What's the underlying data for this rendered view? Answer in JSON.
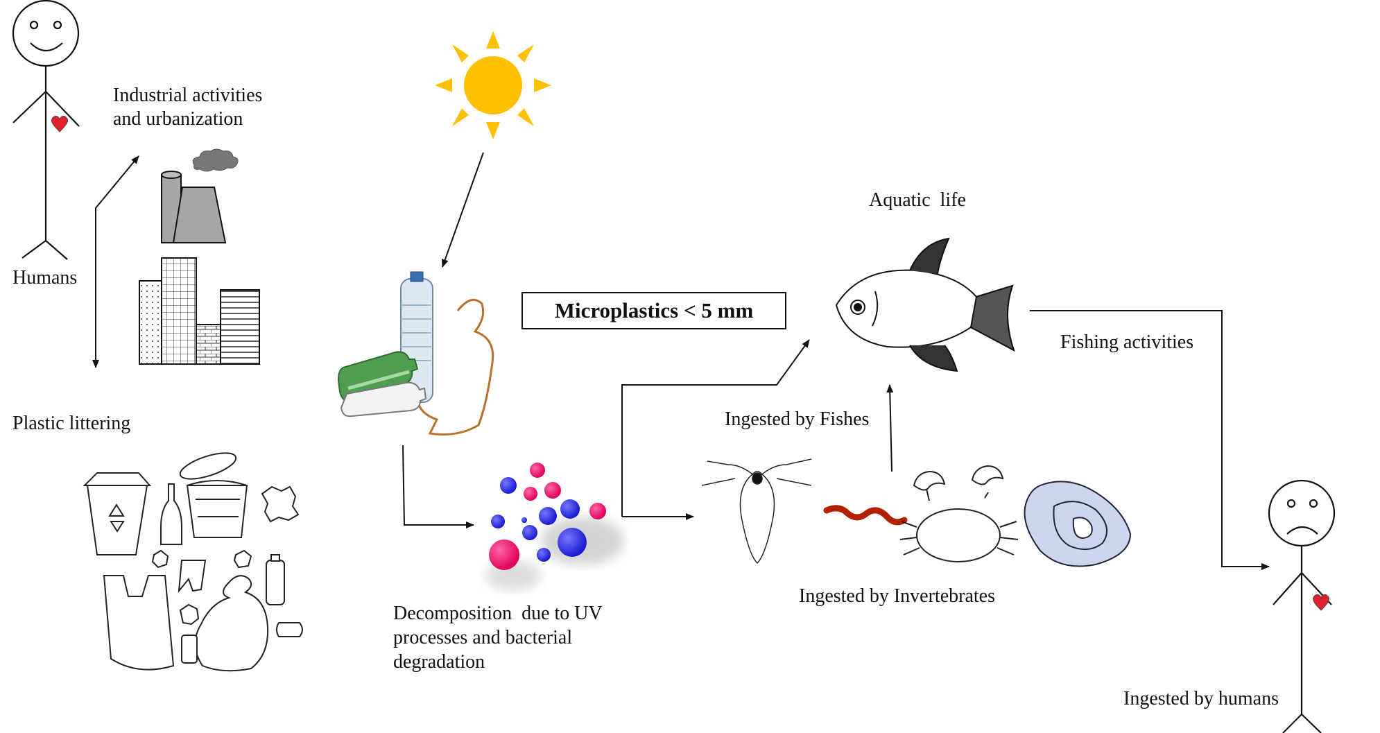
{
  "labels": {
    "humans": "Humans",
    "industrial_line1": "Industrial activities",
    "industrial_line2": "and urbanization",
    "plastic_littering": "Plastic littering",
    "microplastics": "Microplastics < 5 mm",
    "decomposition_line1": "Decomposition  due to UV",
    "decomposition_line2": "processes and bacterial",
    "decomposition_line3": "degradation",
    "aquatic_life": "Aquatic  life",
    "ingested_fishes": "Ingested by Fishes",
    "ingested_invertebrates": "Ingested by Invertebrates",
    "fishing_activities": "Fishing activities",
    "ingested_humans": "Ingested by humans"
  },
  "icons": [
    "sun-icon",
    "happy-human-icon",
    "sad-human-icon",
    "factory-icon",
    "buildings-icon",
    "waste-icon",
    "plastic-bottles-icon",
    "microplastic-particles-icon",
    "zooplankton-icon",
    "worm-icon",
    "crab-icon",
    "shell-icon",
    "fish-icon"
  ],
  "colors": {
    "sun": "#FFC000",
    "heart": "#E0202A",
    "particle_blue": "#2B2BE0",
    "particle_pink": "#F0106A",
    "shell": "#C9D6EE",
    "worm": "#B22000",
    "factory": "#A6A6A6"
  }
}
